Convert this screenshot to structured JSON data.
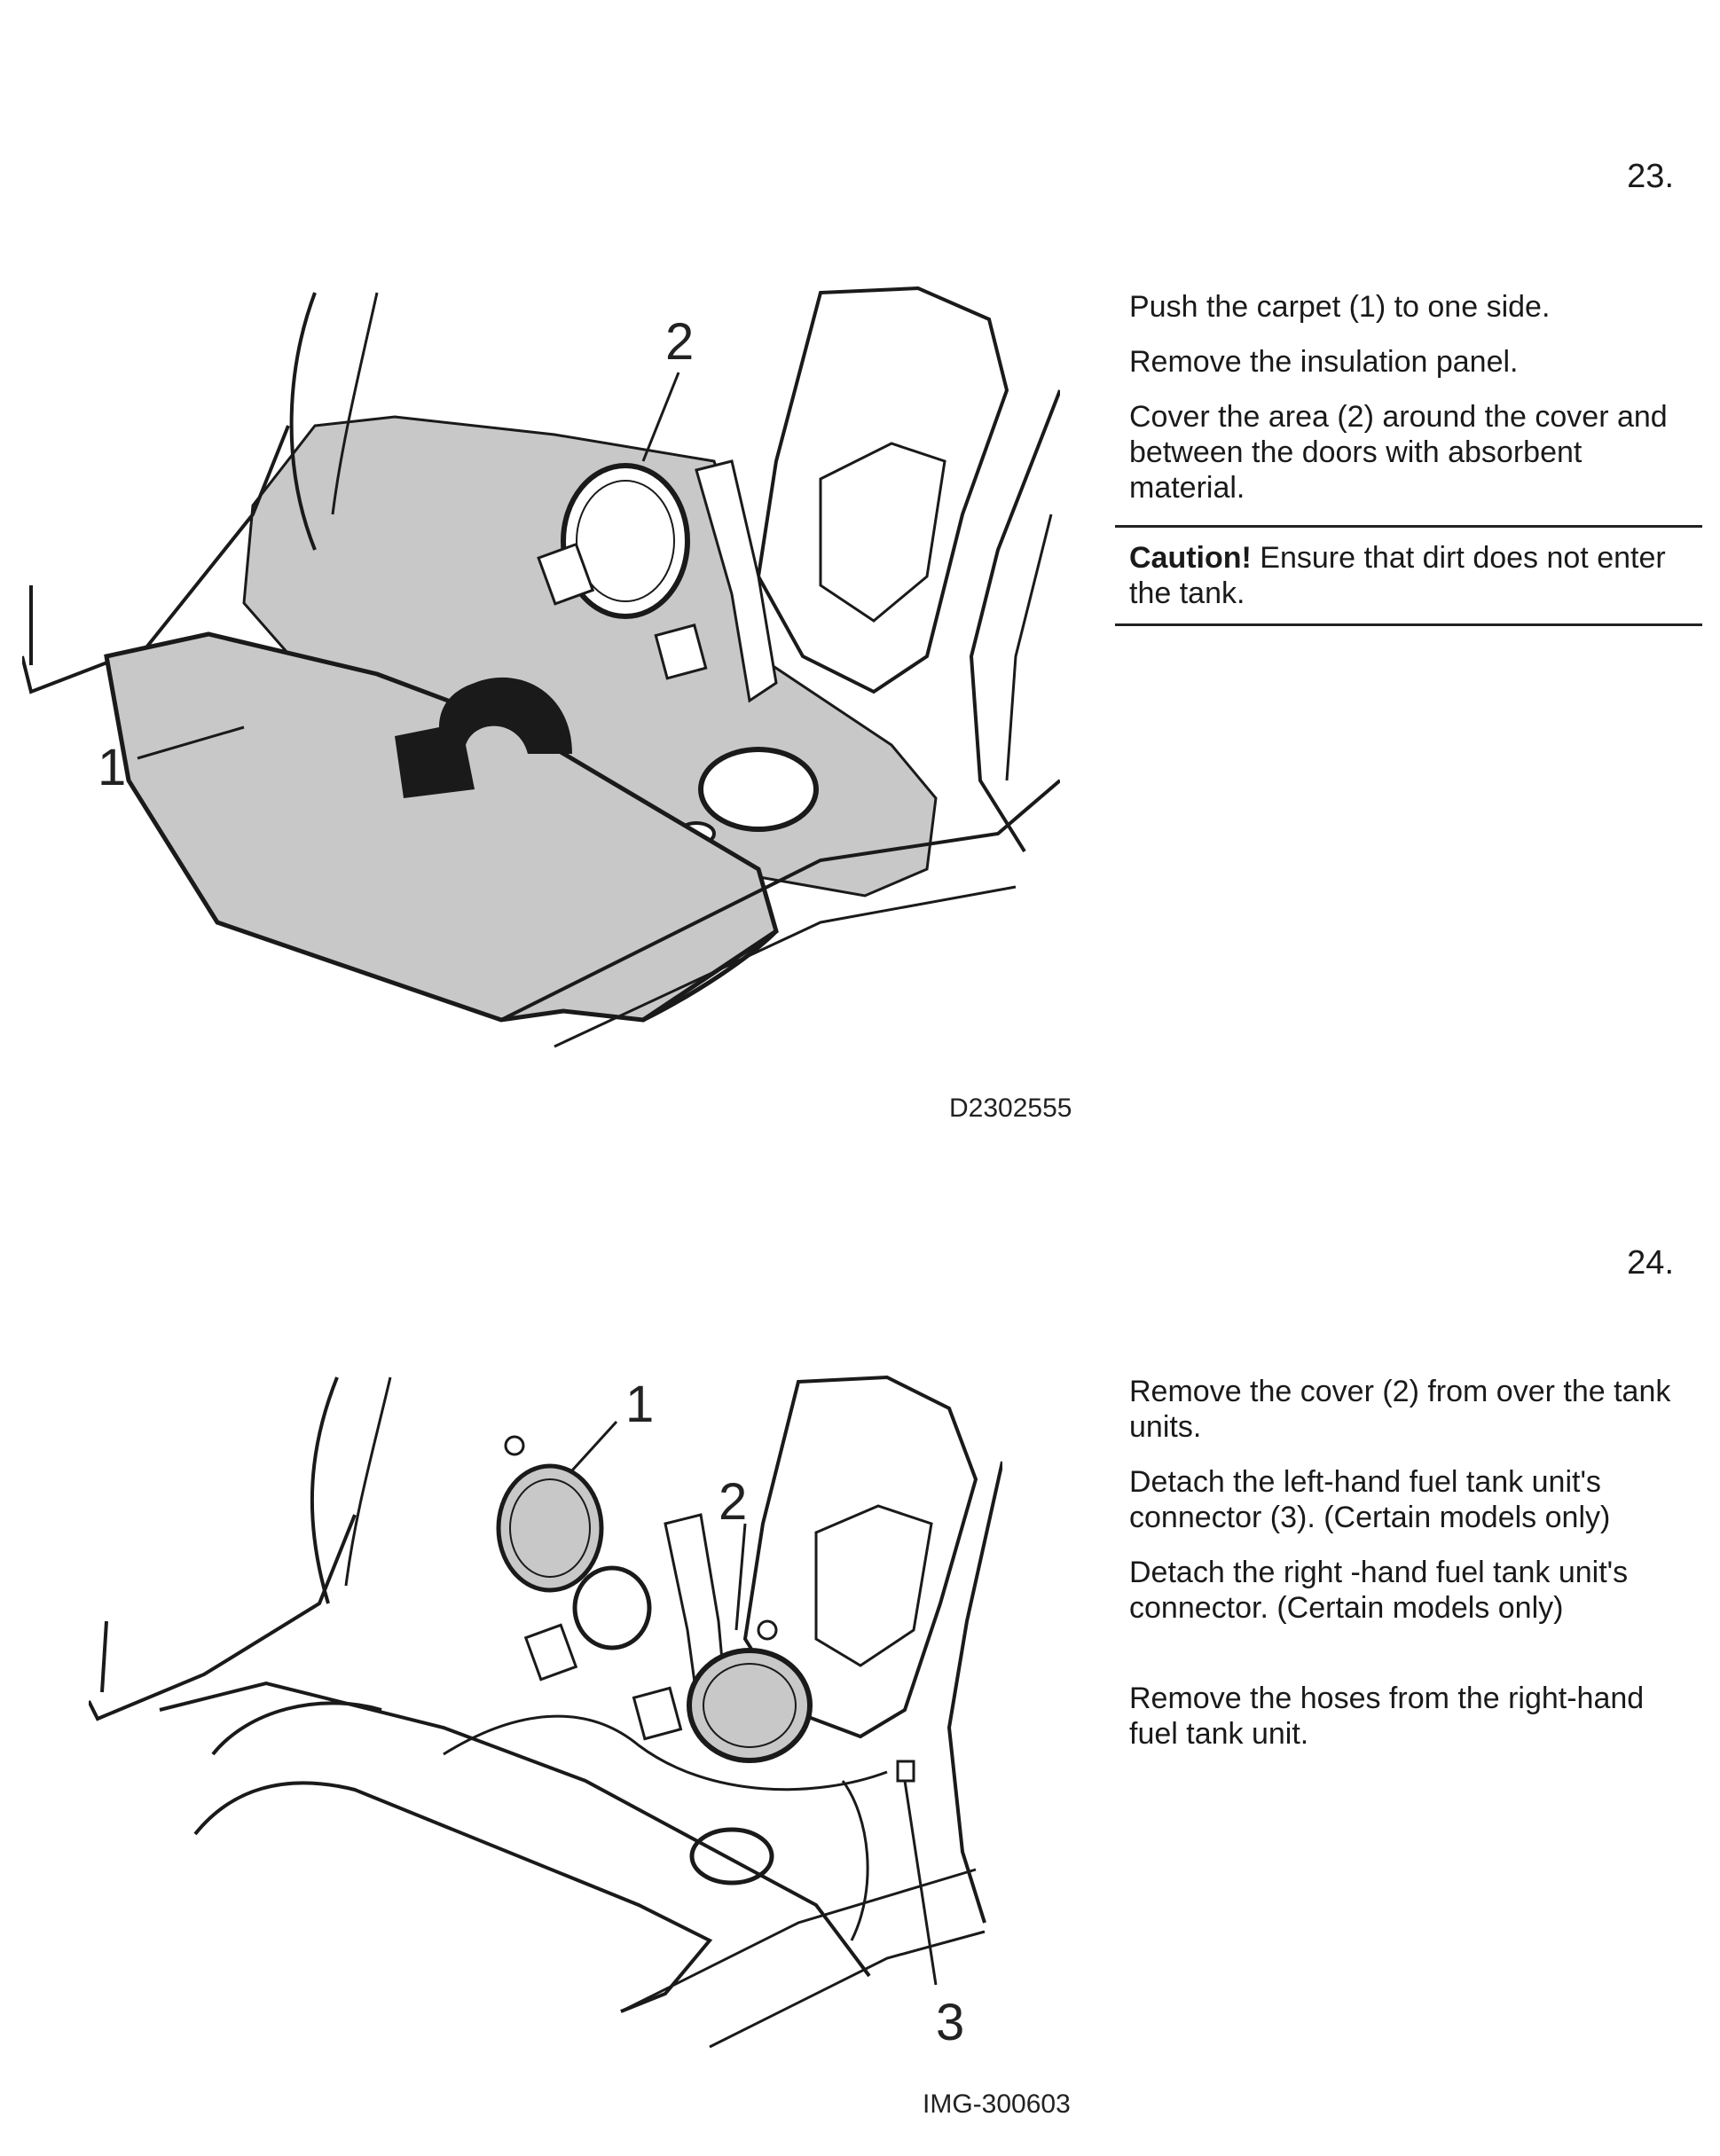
{
  "steps": [
    {
      "number": "23.",
      "figure_code": "D2302555",
      "callouts": [
        "1",
        "2"
      ],
      "instructions": [
        "Push the carpet (1) to one side.",
        "Remove the insulation panel.",
        "Cover the area (2) around the cover and between the doors with absorbent material."
      ],
      "caution_label": "Caution!",
      "caution_text": " Ensure that dirt does not enter the tank."
    },
    {
      "number": "24.",
      "figure_code": "IMG-300603",
      "callouts": [
        "1",
        "2",
        "3"
      ],
      "instructions": [
        "Remove the cover (2) from over the tank units.",
        "Detach the left-hand fuel tank unit's connector (3). (Certain models only)",
        "Detach the right -hand fuel tank unit's connector. (Certain models only)",
        "Remove the hoses from the right-hand fuel tank unit."
      ]
    }
  ],
  "colors": {
    "shading": "#c8c8c8",
    "line": "#1a1a1a"
  }
}
